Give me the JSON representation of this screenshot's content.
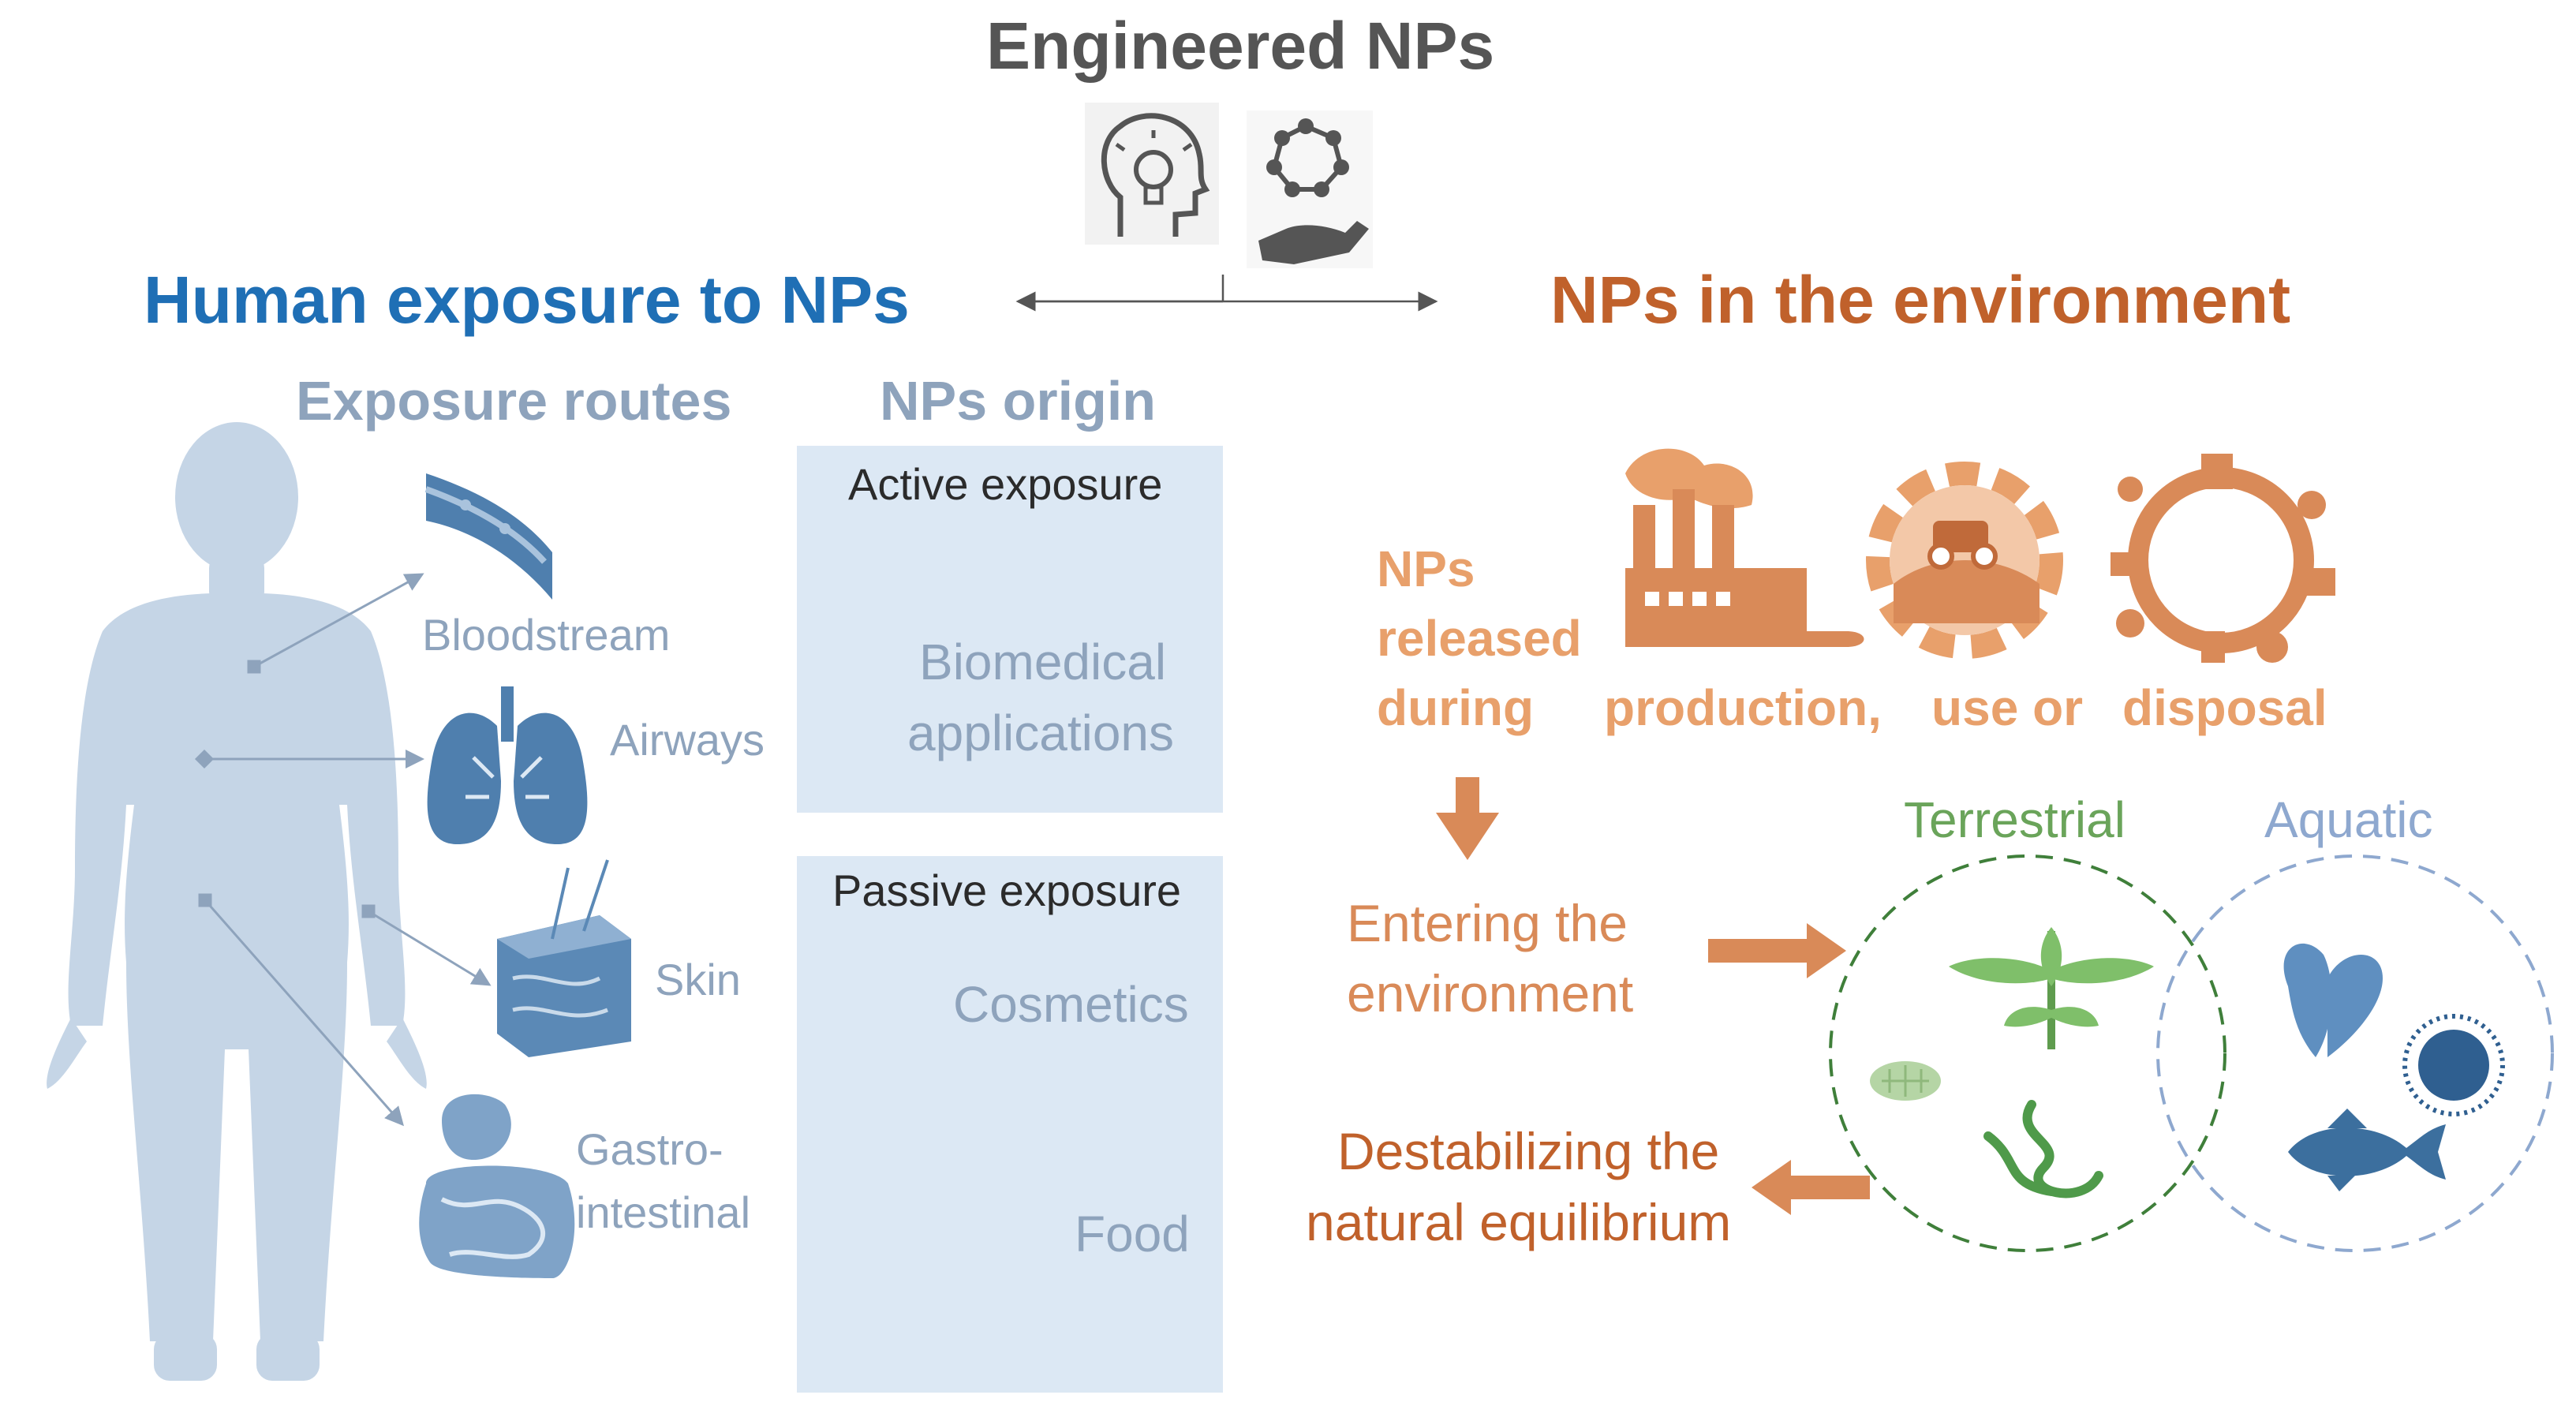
{
  "header": {
    "title": "Engineered NPs"
  },
  "human": {
    "title": "Human exposure to NPs",
    "routes_heading": "Exposure routes",
    "origin_heading": "NPs origin",
    "routes": [
      {
        "label": "Bloodstream"
      },
      {
        "label": "Airways"
      },
      {
        "label": "Skin"
      },
      {
        "label_line1": "Gastro-",
        "label_line2": "intestinal"
      }
    ],
    "active": {
      "title": "Active exposure",
      "line1": "Biomedical",
      "line2": "applications"
    },
    "passive": {
      "title": "Passive exposure",
      "cosmetics": "Cosmetics",
      "food": "Food"
    }
  },
  "environment": {
    "title": "NPs in the environment",
    "released_line1": "NPs",
    "released_line2": "released",
    "released_line3": "during",
    "production": "production,",
    "use": "use or",
    "disposal": "disposal",
    "entering_line1": "Entering the",
    "entering_line2": "environment",
    "destab_line1": "Destabilizing the",
    "destab_line2": "natural equilibrium",
    "terrestrial": "Terrestrial",
    "aquatic": "Aquatic"
  },
  "colors": {
    "human_blue": "#1f6fb5",
    "env_brown": "#c0612b",
    "env_orange": "#e8a06b",
    "soft_blue": "#8ea3bc",
    "panel_bg": "#dce8f4",
    "icon_blue": "#3c6f9e",
    "body_silhouette": "#c5d5e6",
    "terrestrial_green": "#6aa45a",
    "aquatic_blue": "#8ea8cf",
    "header_gray": "#555555"
  }
}
